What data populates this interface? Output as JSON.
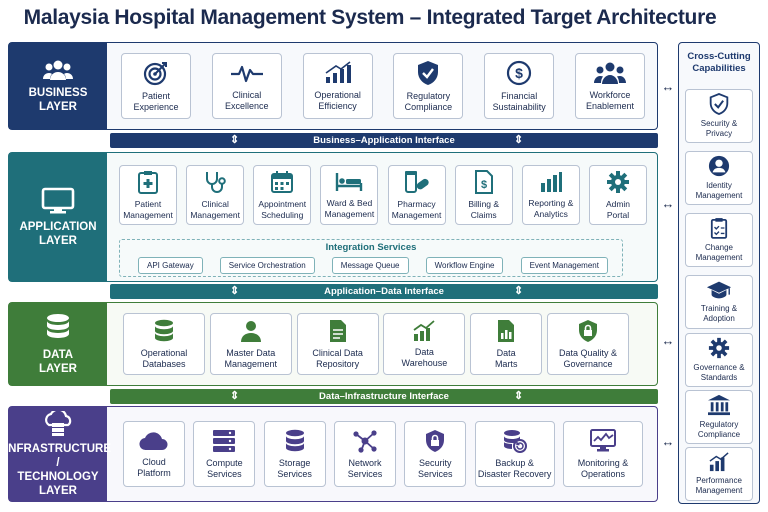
{
  "title": "Malaysia Hospital Management System – Integrated Target Architecture",
  "layers": {
    "business": {
      "label_line1": "BUSINESS",
      "label_line2": "LAYER",
      "icon": "people-icon",
      "cards": [
        {
          "l1": "Patient",
          "l2": "Experience",
          "icon": "target-icon"
        },
        {
          "l1": "Clinical",
          "l2": "Excellence",
          "icon": "heartbeat-icon"
        },
        {
          "l1": "Operational",
          "l2": "Efficiency",
          "icon": "bar-chart-icon"
        },
        {
          "l1": "Regulatory",
          "l2": "Compliance",
          "icon": "shield-check-icon"
        },
        {
          "l1": "Financial",
          "l2": "Sustainability",
          "icon": "dollar-icon"
        },
        {
          "l1": "Workforce",
          "l2": "Enablement",
          "icon": "team-icon"
        }
      ]
    },
    "application": {
      "label_line1": "APPLICATION",
      "label_line2": "LAYER",
      "icon": "monitor-icon",
      "cards": [
        {
          "l1": "Patient",
          "l2": "Management",
          "icon": "medical-clipboard-icon"
        },
        {
          "l1": "Clinical",
          "l2": "Management",
          "icon": "stethoscope-icon"
        },
        {
          "l1": "Appointment",
          "l2": "Scheduling",
          "icon": "calendar-icon"
        },
        {
          "l1": "Ward & Bed",
          "l2": "Management",
          "icon": "bed-icon"
        },
        {
          "l1": "Pharmacy",
          "l2": "Management",
          "icon": "pill-icon"
        },
        {
          "l1": "Billing &",
          "l2": "Claims",
          "icon": "invoice-icon"
        },
        {
          "l1": "Reporting &",
          "l2": "Analytics",
          "icon": "bar-chart-icon"
        },
        {
          "l1": "Admin",
          "l2": "Portal",
          "icon": "gear-icon"
        }
      ],
      "integration_title": "Integration Services",
      "integration_items": [
        "API Gateway",
        "Service Orchestration",
        "Message Queue",
        "Workflow Engine",
        "Event Management"
      ]
    },
    "data": {
      "label_line1": "DATA",
      "label_line2": "LAYER",
      "icon": "database-icon",
      "cards": [
        {
          "l1": "Operational",
          "l2": "Databases",
          "icon": "database-icon"
        },
        {
          "l1": "Master Data",
          "l2": "Management",
          "icon": "person-icon"
        },
        {
          "l1": "Clinical Data",
          "l2": "Repository",
          "icon": "document-icon"
        },
        {
          "l1": "Data",
          "l2": "Warehouse",
          "icon": "trend-chart-icon"
        },
        {
          "l1": "Data",
          "l2": "Marts",
          "icon": "report-icon"
        },
        {
          "l1": "Data Quality &",
          "l2": "Governance",
          "icon": "lock-shield-icon"
        }
      ]
    },
    "infrastructure": {
      "label_line1": "INFRASTRUCTURE /",
      "label_line2": "TECHNOLOGY",
      "label_line3": "LAYER",
      "icon": "cloud-server-icon",
      "cards": [
        {
          "l1": "Cloud",
          "l2": "Platform",
          "icon": "cloud-icon"
        },
        {
          "l1": "Compute",
          "l2": "Services",
          "icon": "server-icon"
        },
        {
          "l1": "Storage",
          "l2": "Services",
          "icon": "storage-icon"
        },
        {
          "l1": "Network",
          "l2": "Services",
          "icon": "network-icon"
        },
        {
          "l1": "Security",
          "l2": "Services",
          "icon": "lock-shield-icon"
        },
        {
          "l1": "Backup &",
          "l2": "Disaster Recovery",
          "icon": "backup-icon"
        },
        {
          "l1": "Monitoring &",
          "l2": "Operations",
          "icon": "monitor-chart-icon"
        }
      ]
    }
  },
  "interfaces": [
    "Business–Application Interface",
    "Application–Data Interface",
    "Data–Infrastructure Interface"
  ],
  "cross_cutting": {
    "title_line1": "Cross-Cutting",
    "title_line2": "Capabilities",
    "items": [
      {
        "l1": "Security &",
        "l2": "Privacy",
        "icon": "shield-check-icon"
      },
      {
        "l1": "Identity",
        "l2": "Management",
        "icon": "user-circle-icon"
      },
      {
        "l1": "Change",
        "l2": "Management",
        "icon": "checklist-icon"
      },
      {
        "l1": "Training &",
        "l2": "Adoption",
        "icon": "graduation-cap-icon"
      },
      {
        "l1": "Governance &",
        "l2": "Standards",
        "icon": "gear-icon"
      },
      {
        "l1": "Regulatory",
        "l2": "Compliance",
        "icon": "institution-icon"
      },
      {
        "l1": "Performance",
        "l2": "Management",
        "icon": "bar-chart-icon"
      }
    ]
  },
  "colors": {
    "business": "#1e3a6e",
    "application": "#1f6f7a",
    "data": "#3f7d3a",
    "infrastructure": "#4a3f8a"
  }
}
